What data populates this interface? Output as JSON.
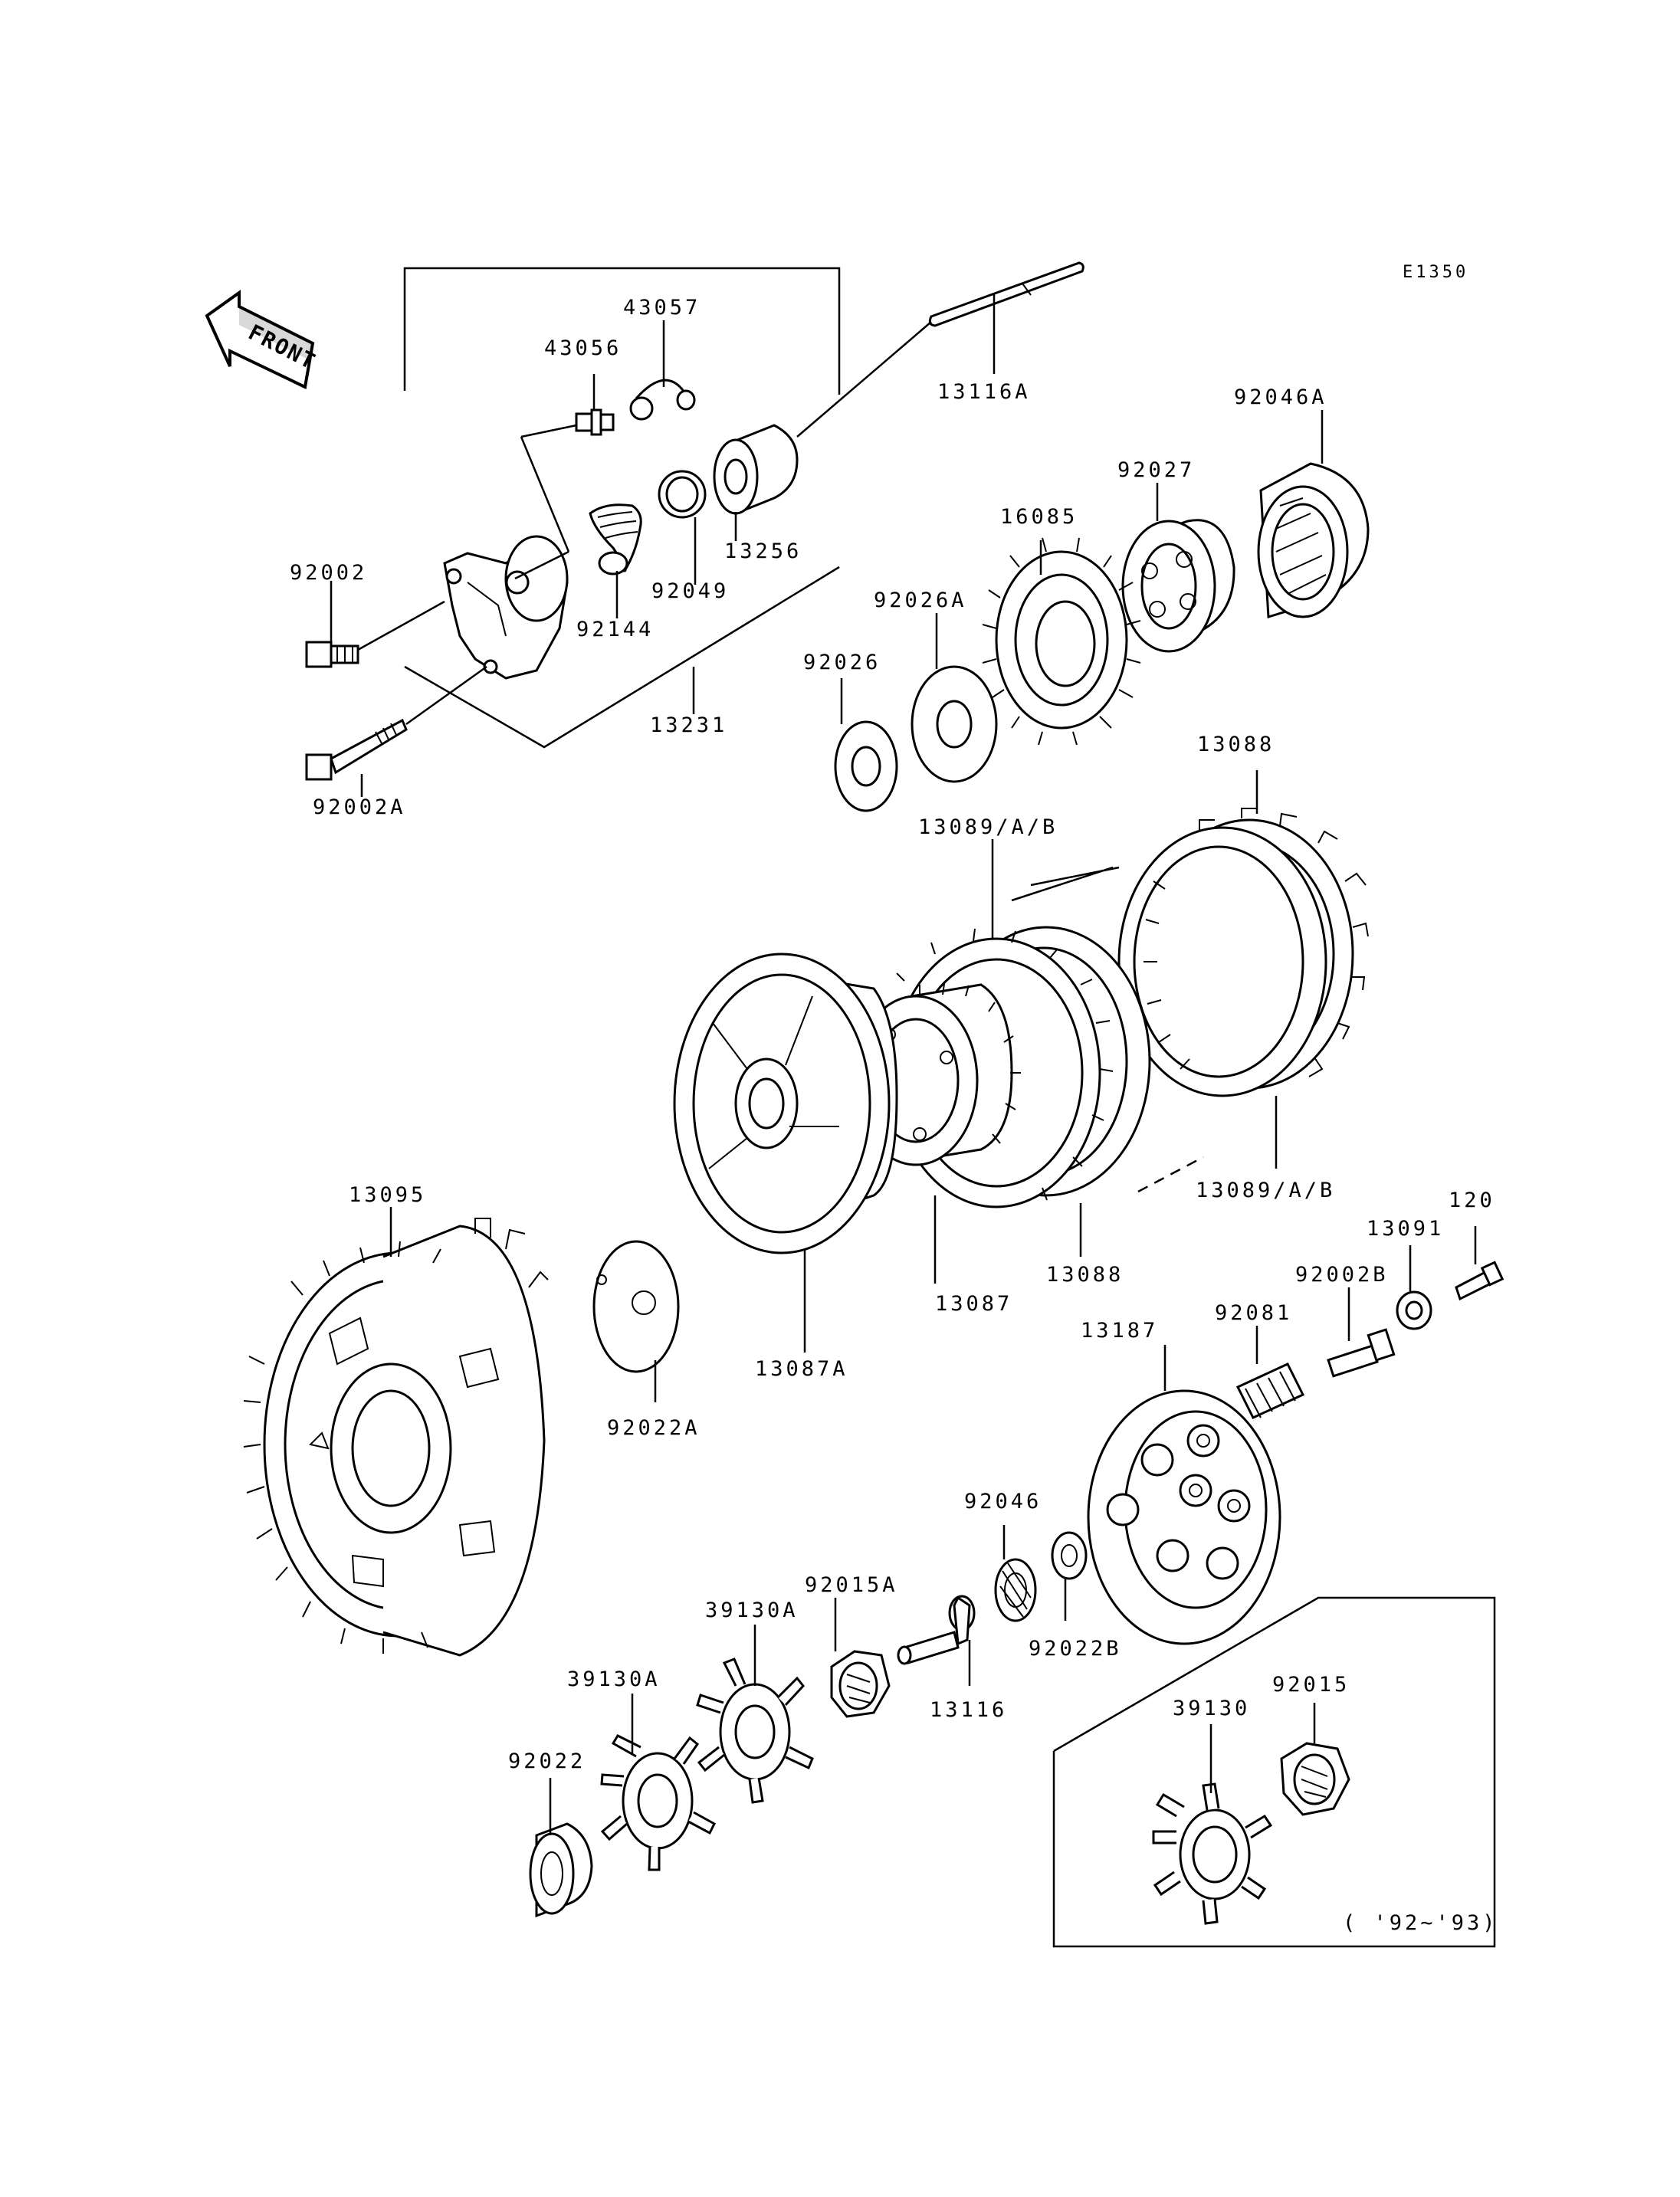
{
  "diagram_code": "E1350",
  "front_label": "FRONT",
  "variant_note": "( '92~'93)",
  "labels": {
    "p43057": "43057",
    "p43056": "43056",
    "p13116A": "13116A",
    "p92046A": "92046A",
    "p92027": "92027",
    "p16085": "16085",
    "p13256": "13256",
    "p92049": "92049",
    "p92144": "92144",
    "p92002": "92002",
    "p13231": "13231",
    "p92002A": "92002A",
    "p92026A": "92026A",
    "p92026": "92026",
    "p13088_top": "13088",
    "p13089_top": "13089/A/B",
    "p13089_bot": "13089/A/B",
    "p13095": "13095",
    "p13088_bot": "13088",
    "p13087": "13087",
    "p92022A": "92022A",
    "p13087A": "13087A",
    "p120": "120",
    "p13091": "13091",
    "p92002B": "92002B",
    "p92081": "92081",
    "p13187": "13187",
    "p92046": "92046",
    "p92015A": "92015A",
    "p39130A_1": "39130A",
    "p39130A_2": "39130A",
    "p92022": "92022",
    "p13116": "13116",
    "p92022B": "92022B",
    "p39130": "39130",
    "p92015": "92015"
  }
}
